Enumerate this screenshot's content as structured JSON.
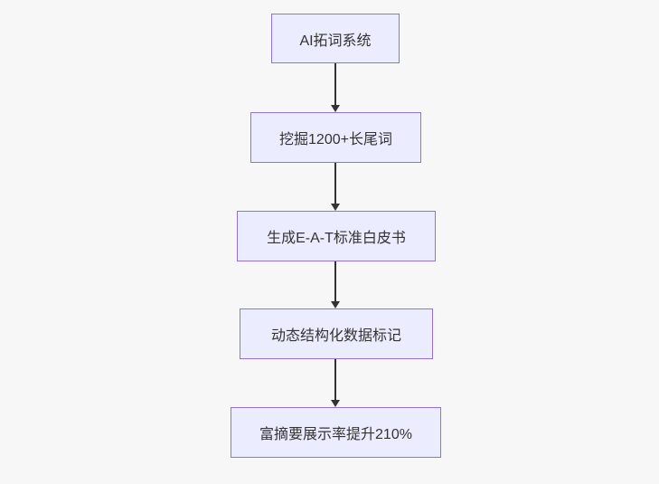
{
  "flowchart": {
    "type": "flowchart",
    "direction": "top-down",
    "nodes": [
      {
        "id": "A",
        "label": "AI拓词系统"
      },
      {
        "id": "B",
        "label": "挖掘1200+长尾词"
      },
      {
        "id": "C",
        "label": "生成E-A-T标准白皮书"
      },
      {
        "id": "D",
        "label": "动态结构化数据标记"
      },
      {
        "id": "E",
        "label": "富摘要展示率提升210%"
      }
    ],
    "edges": [
      {
        "from": "A",
        "to": "B"
      },
      {
        "from": "B",
        "to": "C"
      },
      {
        "from": "C",
        "to": "D"
      },
      {
        "from": "D",
        "to": "E"
      }
    ],
    "colors": {
      "node_fill": "#ECECFF",
      "node_border": "#9370DB",
      "arrow": "#333333",
      "text": "#333333",
      "background": "#F7F7F7"
    }
  }
}
